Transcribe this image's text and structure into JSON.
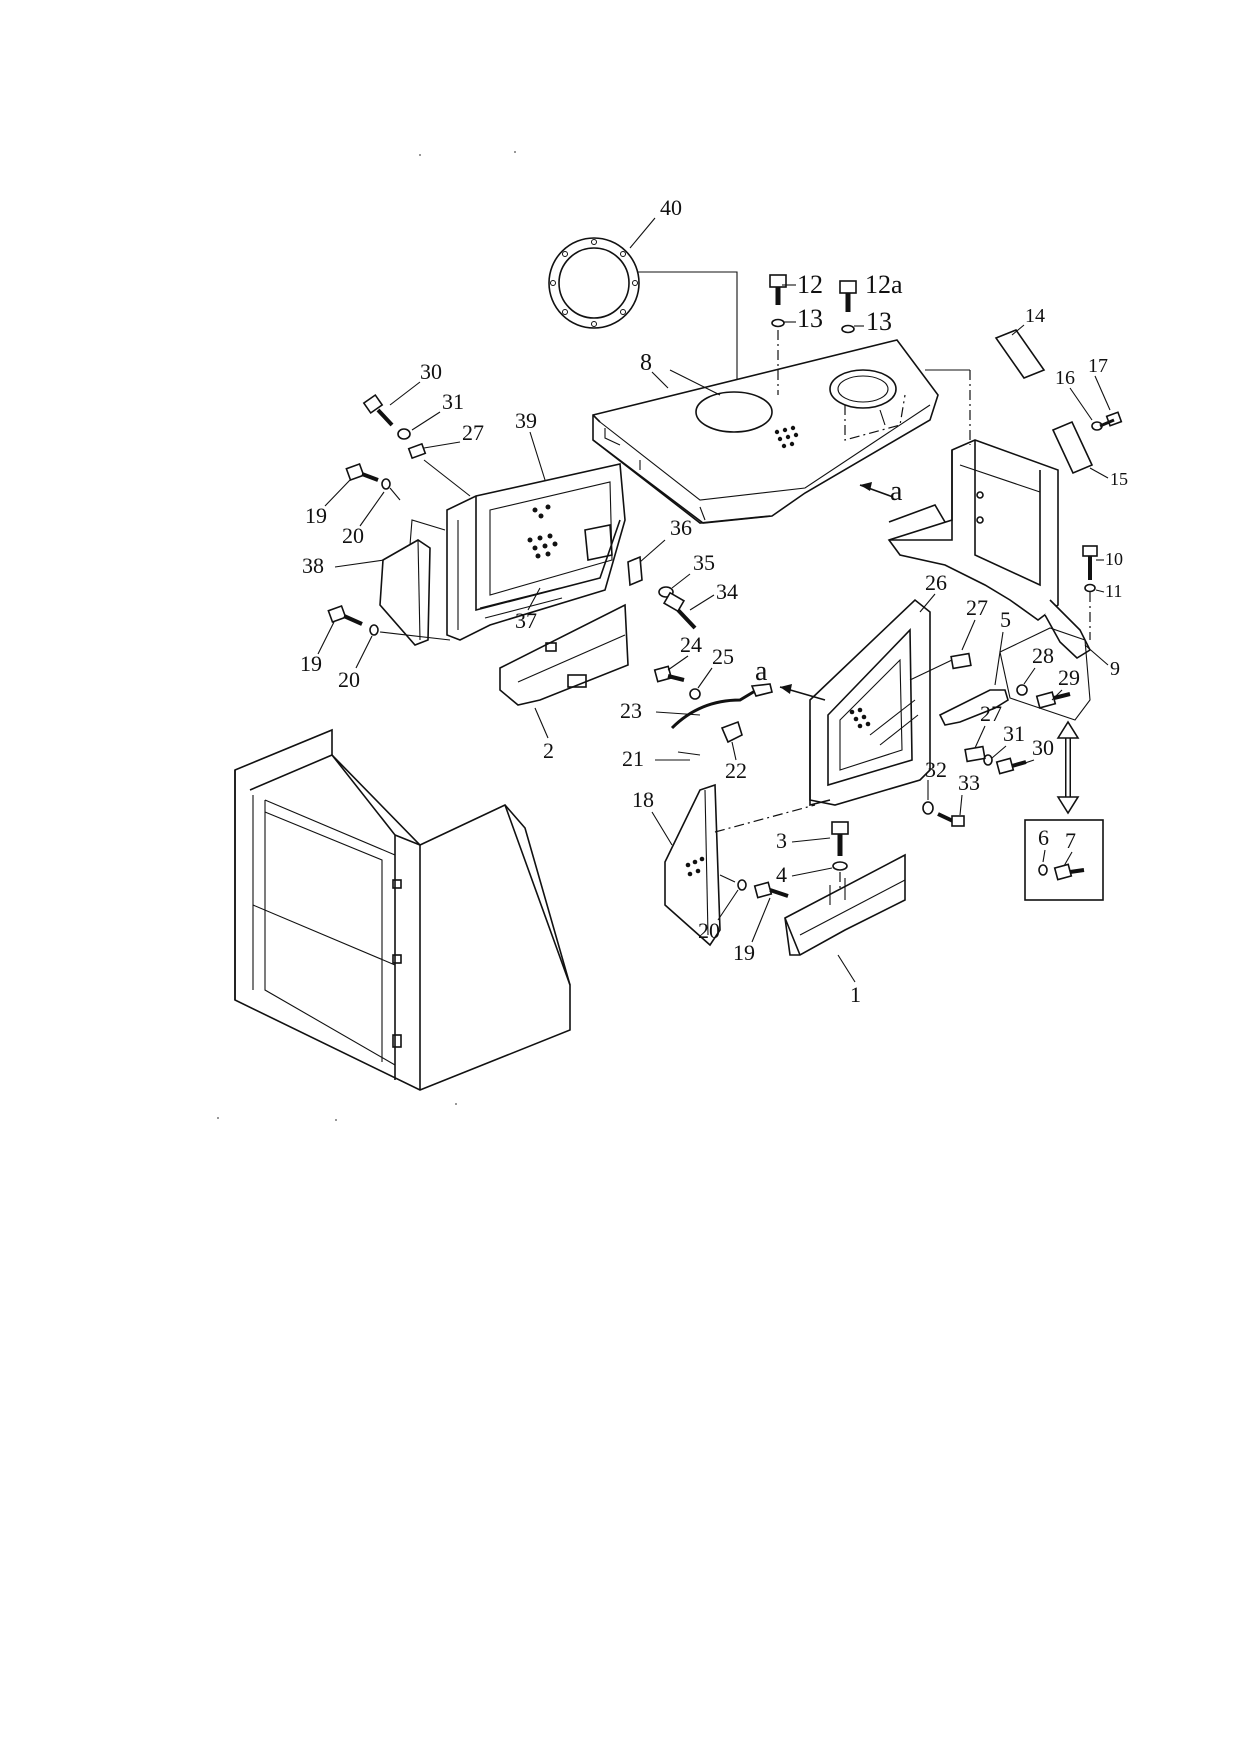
{
  "diagram": {
    "callouts": [
      {
        "id": "p40",
        "text": "40"
      },
      {
        "id": "p12",
        "text": "12"
      },
      {
        "id": "p12a",
        "text": "12a"
      },
      {
        "id": "p13a",
        "text": "13"
      },
      {
        "id": "p13b",
        "text": "13"
      },
      {
        "id": "p14",
        "text": "14"
      },
      {
        "id": "p8",
        "text": "8"
      },
      {
        "id": "p17",
        "text": "17"
      },
      {
        "id": "p16",
        "text": "16"
      },
      {
        "id": "p15",
        "text": "15"
      },
      {
        "id": "p30a",
        "text": "30"
      },
      {
        "id": "p31a",
        "text": "31"
      },
      {
        "id": "p27a",
        "text": "27"
      },
      {
        "id": "p39",
        "text": "39"
      },
      {
        "id": "p19a",
        "text": "19"
      },
      {
        "id": "p20a",
        "text": "20"
      },
      {
        "id": "p38",
        "text": "38"
      },
      {
        "id": "p19b",
        "text": "19"
      },
      {
        "id": "p20b",
        "text": "20"
      },
      {
        "id": "p37",
        "text": "37"
      },
      {
        "id": "p2",
        "text": "2"
      },
      {
        "id": "p36",
        "text": "36"
      },
      {
        "id": "p35",
        "text": "35"
      },
      {
        "id": "p34",
        "text": "34"
      },
      {
        "id": "pA1",
        "text": "a"
      },
      {
        "id": "p10",
        "text": "10"
      },
      {
        "id": "p11",
        "text": "11"
      },
      {
        "id": "p9",
        "text": "9"
      },
      {
        "id": "p26",
        "text": "26"
      },
      {
        "id": "p27b",
        "text": "27"
      },
      {
        "id": "p5",
        "text": "5"
      },
      {
        "id": "p28",
        "text": "28"
      },
      {
        "id": "p29",
        "text": "29"
      },
      {
        "id": "p24",
        "text": "24"
      },
      {
        "id": "p25",
        "text": "25"
      },
      {
        "id": "pA2",
        "text": "a"
      },
      {
        "id": "p23",
        "text": "23"
      },
      {
        "id": "p27c",
        "text": "27"
      },
      {
        "id": "p31b",
        "text": "31"
      },
      {
        "id": "p30b",
        "text": "30"
      },
      {
        "id": "p21",
        "text": "21"
      },
      {
        "id": "p22",
        "text": "22"
      },
      {
        "id": "p32",
        "text": "32"
      },
      {
        "id": "p33",
        "text": "33"
      },
      {
        "id": "p18",
        "text": "18"
      },
      {
        "id": "p3",
        "text": "3"
      },
      {
        "id": "p4",
        "text": "4"
      },
      {
        "id": "p6",
        "text": "6"
      },
      {
        "id": "p7",
        "text": "7"
      },
      {
        "id": "p20c",
        "text": "20"
      },
      {
        "id": "p19c",
        "text": "19"
      },
      {
        "id": "p1",
        "text": "1"
      }
    ]
  }
}
